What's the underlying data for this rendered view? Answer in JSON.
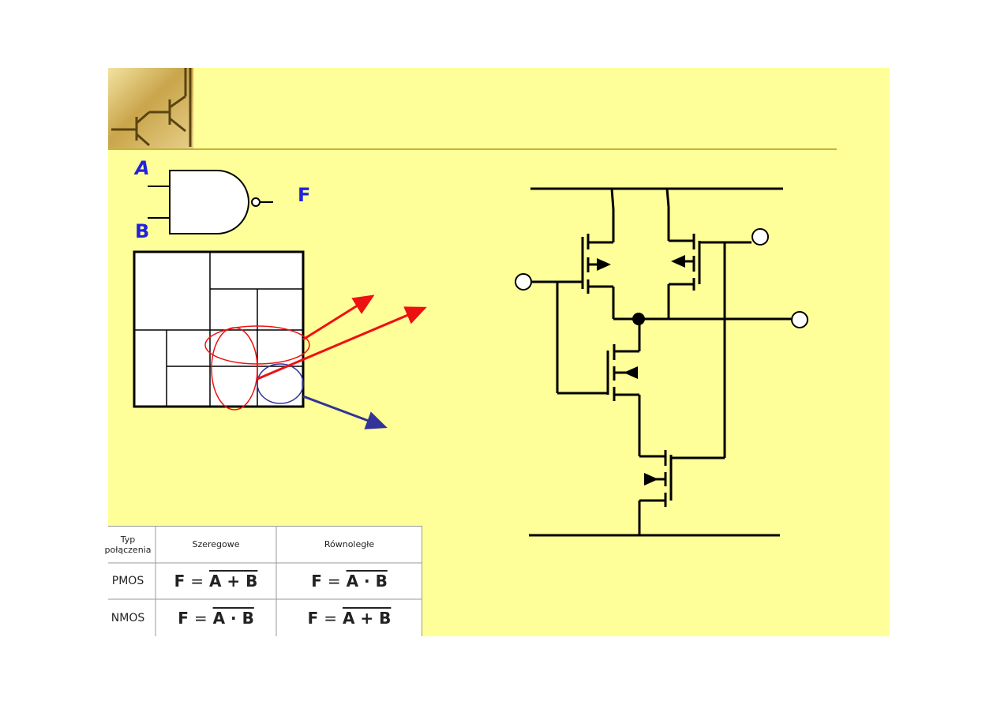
{
  "gate": {
    "input_a": "A",
    "input_b": "B",
    "output": "F"
  },
  "table": {
    "header": {
      "col0": "Typ\npołączenia",
      "col1": "Szeregowe",
      "col2": "Równoległe"
    },
    "rows": [
      {
        "type": "PMOS",
        "series": {
          "lhs": "F",
          "op": "=",
          "expr": "A + B"
        },
        "parallel": {
          "lhs": "F",
          "op": "=",
          "expr": "A · B"
        }
      },
      {
        "type": "NMOS",
        "series": {
          "lhs": "F",
          "op": "=",
          "expr": "A · B"
        },
        "parallel": {
          "lhs": "F",
          "op": "=",
          "expr": "A + B"
        }
      }
    ]
  },
  "colors": {
    "slide_bg": "#ffff99",
    "label_blue": "#2222dd",
    "arrow_red": "#ee1111",
    "arrow_blue": "#333399",
    "rule_gold": "#c8b23a"
  },
  "icons": [
    "transistor-logo-icon",
    "nand-gate-icon",
    "cmos-circuit-icon"
  ]
}
